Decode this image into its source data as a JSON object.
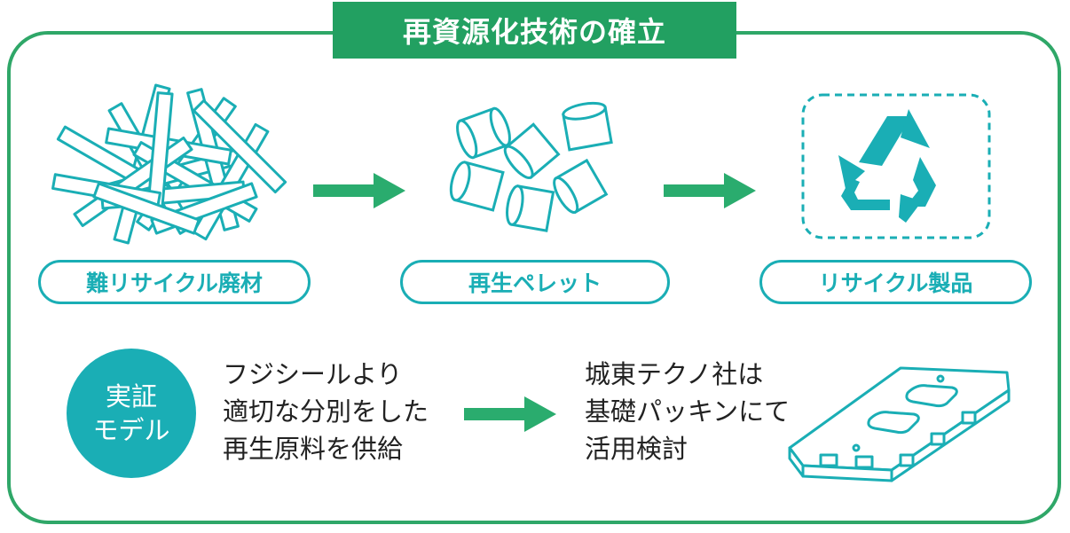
{
  "title": "再資源化技術の確立",
  "steps": [
    {
      "label": "難リサイクル廃材",
      "icon": "scrap-material-icon"
    },
    {
      "label": "再生ペレット",
      "icon": "pellets-icon"
    },
    {
      "label": "リサイクル製品",
      "icon": "recycle-icon"
    }
  ],
  "model": {
    "line1": "実証",
    "line2": "モデル"
  },
  "fuji": {
    "lines": [
      "フジシールより",
      "適切な分別をした",
      "再生原料を供給"
    ]
  },
  "joto": {
    "lines": [
      "城東テクノ社は",
      "基礎パッキンにて",
      "活用検討"
    ]
  },
  "colors": {
    "frame": "#2fa768",
    "title_bg": "#22a061",
    "teal": "#1aaeb5",
    "arrow": "#2aac6e"
  },
  "product_icon": "foundation-packing-icon"
}
